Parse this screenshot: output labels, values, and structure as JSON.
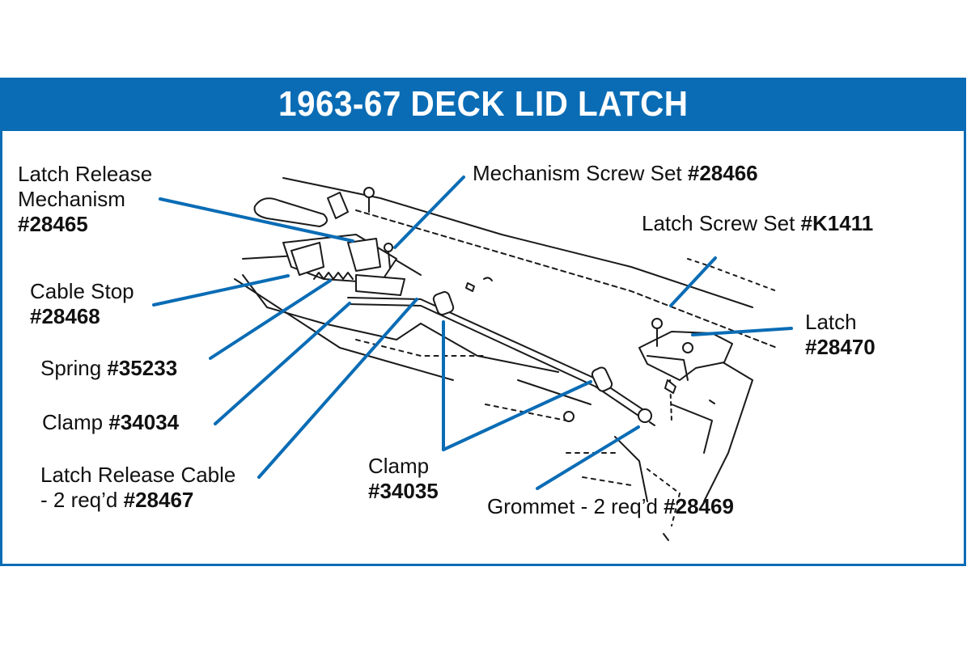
{
  "title": "1963-67 DECK LID LATCH",
  "colors": {
    "brand_blue": "#0a6cb5",
    "line_art": "#1a1a1a"
  },
  "callouts": {
    "latch_release_mechanism": {
      "line1": "Latch Release",
      "line2": "Mechanism",
      "part": "#28465"
    },
    "mechanism_screw_set": {
      "text": "Mechanism Screw Set ",
      "part": "#28466"
    },
    "latch_screw_set": {
      "text": "Latch Screw Set ",
      "part": "#K1411"
    },
    "cable_stop": {
      "line1": "Cable Stop",
      "part": "#28468"
    },
    "latch": {
      "line1": "Latch",
      "part": "#28470"
    },
    "spring": {
      "text": "Spring ",
      "part": "#35233"
    },
    "clamp_34034": {
      "text": "Clamp ",
      "part": "#34034"
    },
    "latch_release_cable": {
      "line1": "Latch Release Cable",
      "line2": "- 2 req’d ",
      "part": "#28467"
    },
    "clamp_34035": {
      "line1": "Clamp",
      "part": "#34035"
    },
    "grommet": {
      "text": "Grommet - 2 req’d ",
      "part": "#28469"
    }
  }
}
